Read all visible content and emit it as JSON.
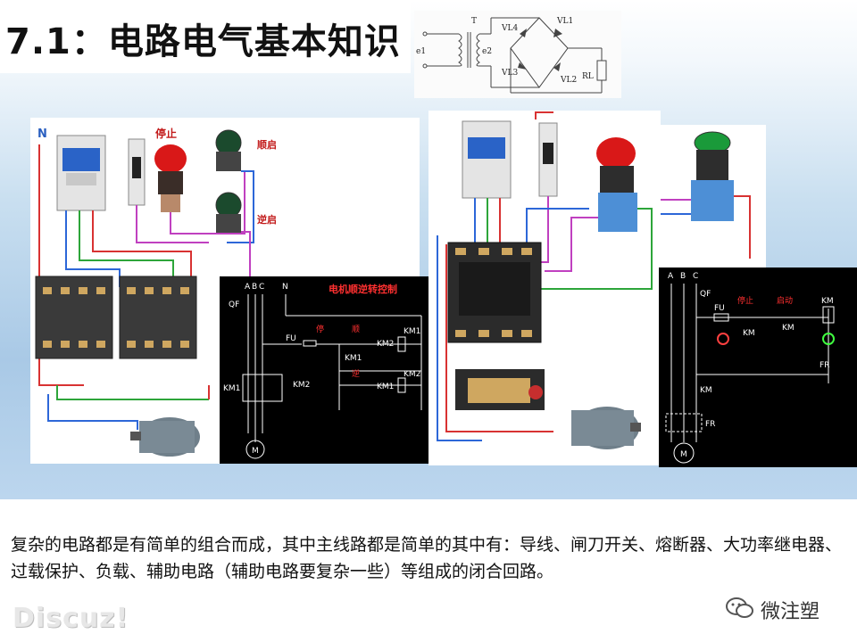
{
  "slide": {
    "title": "7.1：电路电气基本知识",
    "caption": "复杂的电路都是有简单的组合而成，其中主线路都是简单的其中有：导线、闸刀开关、熔断器、大功率继电器、过载保护、负载、辅助电路（辅助电路要复杂一些）等组成的闭合回路。"
  },
  "rectifier_diagram": {
    "labels": [
      "T",
      "e1",
      "e2",
      "VL4",
      "VL1",
      "VL3",
      "VL2",
      "RL"
    ]
  },
  "left_photo": {
    "neutral_label": "N",
    "stop_label": "停止",
    "forward_label": "顺启",
    "reverse_label": "逆启"
  },
  "left_schematic": {
    "title": "电机顺逆转控制",
    "labels": [
      "A",
      "B",
      "C",
      "N",
      "QF",
      "FU",
      "停",
      "顺",
      "KM2",
      "KM1",
      "KM1",
      "逆",
      "KM1",
      "KM2",
      "KM1",
      "KM2",
      "M"
    ]
  },
  "right_schematic": {
    "labels": [
      "A",
      "B",
      "C",
      "QF",
      "FU",
      "停止",
      "启动",
      "KM",
      "KM",
      "KM",
      "FR",
      "KM",
      "FR",
      "M"
    ]
  },
  "footer": {
    "watermark": "Discuz!",
    "wechat_name": "微注塑"
  }
}
